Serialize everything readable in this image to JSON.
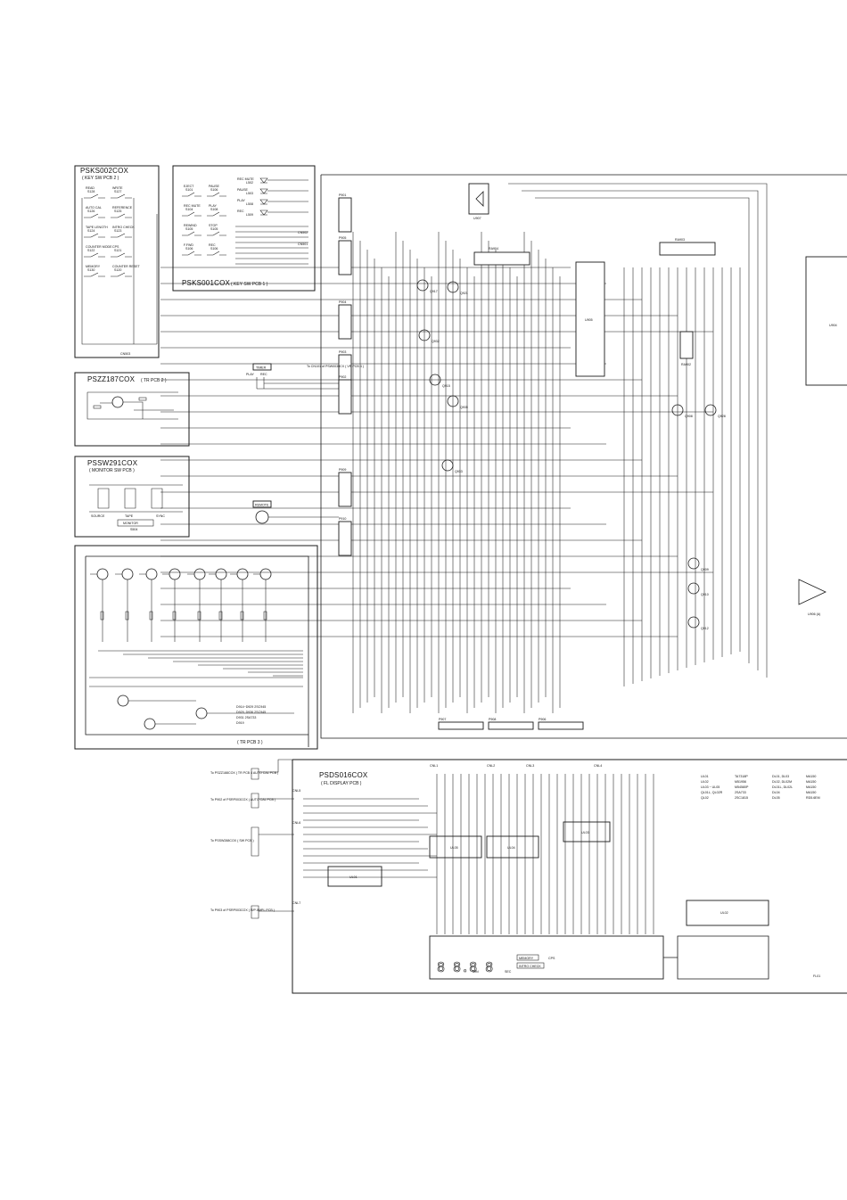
{
  "pcb_blocks": {
    "key_sw2": {
      "title": "PSKS002COX",
      "subtitle": "( KEY SW PCB 2 )",
      "connector": "CN503",
      "switches": [
        {
          "name": "READ",
          "ref": "S128"
        },
        {
          "name": "WRITE",
          "ref": "S127"
        },
        {
          "name": "AUTO CAL",
          "ref": "S126"
        },
        {
          "name": "REFERENCE",
          "ref": "S125"
        },
        {
          "name": "TAPE LENGTH",
          "ref": "S124"
        },
        {
          "name": "INTRO CHECK",
          "ref": "S123"
        },
        {
          "name": "COUNTER MODE",
          "ref": "S122"
        },
        {
          "name": "CPS",
          "ref": "S121"
        },
        {
          "name": "MEMORY",
          "ref": "S130"
        },
        {
          "name": "COUNTER RESET",
          "ref": "S120"
        }
      ]
    },
    "key_sw1": {
      "title": "PSKS001COX",
      "subtitle": "( KEY SW PCB 1 )",
      "connectors": [
        "CN502",
        "CN501"
      ],
      "switches": [
        {
          "name": "EJECT",
          "ref": "S101"
        },
        {
          "name": "PAUSE",
          "ref": "S106"
        },
        {
          "name": "REC MUTE",
          "ref": "S104"
        },
        {
          "name": "PLAY",
          "ref": "S108"
        },
        {
          "name": "REWIND",
          "ref": "S105"
        },
        {
          "name": "STOP",
          "ref": "S105"
        },
        {
          "name": "F.FWD",
          "ref": "S106"
        },
        {
          "name": "REC",
          "ref": "S106"
        }
      ],
      "leds": [
        {
          "name": "REC MUTE",
          "ref": "L502"
        },
        {
          "name": "PAUSE",
          "ref": "L503"
        },
        {
          "name": "PLAY",
          "ref": "L508"
        },
        {
          "name": "REC",
          "ref": "L509"
        }
      ]
    },
    "tr2": {
      "title": "PSZZ187COX",
      "subtitle": "( TR PCB 2 )"
    },
    "monitor_sw": {
      "title": "PSSW291COX",
      "subtitle": "( MONITOR SW PCB )",
      "labels": [
        "SOURCE",
        "TAPE",
        "SYNC",
        "MONITOR",
        "S504"
      ]
    },
    "tr3": {
      "subtitle": "( TR PCB 3 )",
      "legend": [
        "D914~D929 2SC945",
        "D929, D936 2SC945",
        "D931 2SA733",
        "D919"
      ]
    },
    "fl_display": {
      "title": "PSDS016COX",
      "subtitle": "( FL DISPLAY PCB )",
      "connectors": [
        "CNL1",
        "CNL2",
        "CNL3",
        "CNL4",
        "CNL5",
        "CNL6",
        "CNL7",
        "CNL8"
      ],
      "ics": [
        "UL01",
        "UL02",
        "UL03",
        "UL04",
        "UL05"
      ],
      "fl_tube": "FL01",
      "parts_table": [
        [
          "UL01",
          "TA7318P",
          "DL01, DL03",
          "MA150"
        ],
        [
          "UL02",
          "M51956",
          "DL02, DL02M",
          "MA150"
        ],
        [
          "UL03 ~ UL05",
          "M54580P",
          "DL01L, DL02L",
          "MA150"
        ],
        [
          "QL01L, QL02R",
          "2SA733",
          "DL04",
          "MA150"
        ],
        [
          "QL02",
          "2SC1815",
          "DL05",
          "RD5.6EM"
        ]
      ]
    }
  },
  "main_board": {
    "ics": [
      "U905",
      "U907",
      "U904",
      "U906 (A)"
    ],
    "resistor_arrays": [
      "RA904",
      "RA903",
      "RA902"
    ],
    "transistors": [
      "Q917",
      "Q921",
      "Q932",
      "Q915",
      "Q935",
      "Q933",
      "Q908",
      "Q928",
      "Q909",
      "Q910",
      "Q912"
    ],
    "sockets": [
      "P901",
      "P905",
      "P904",
      "P903",
      "P902",
      "P909",
      "P910",
      "P907",
      "P908",
      "P906"
    ]
  },
  "external_refs": {
    "timer": "TIMER",
    "timer_pins": [
      "PLAY",
      "REC"
    ],
    "timer_note": "To CN101 of PSW0030CX ( VR PCB 4 )",
    "remote": "REMOTE",
    "conn_notes": [
      "To PSZZ188COX ( TR PCB 4 AUTO CAL PCB )",
      "To P902 of PSRP003COX ( AUTO CAL PCB )",
      "To PSSW288COX ( SW PCB )",
      "To P903 of PSRP003COX ( R/P AMPL PCB )"
    ]
  },
  "display_panel": {
    "digits": "8 8.8 8",
    "label_min": "MIN",
    "label_sec": "SEC",
    "label_cps": "CPS",
    "memory": "MEMORY",
    "intro": "INTRO CHECK"
  }
}
